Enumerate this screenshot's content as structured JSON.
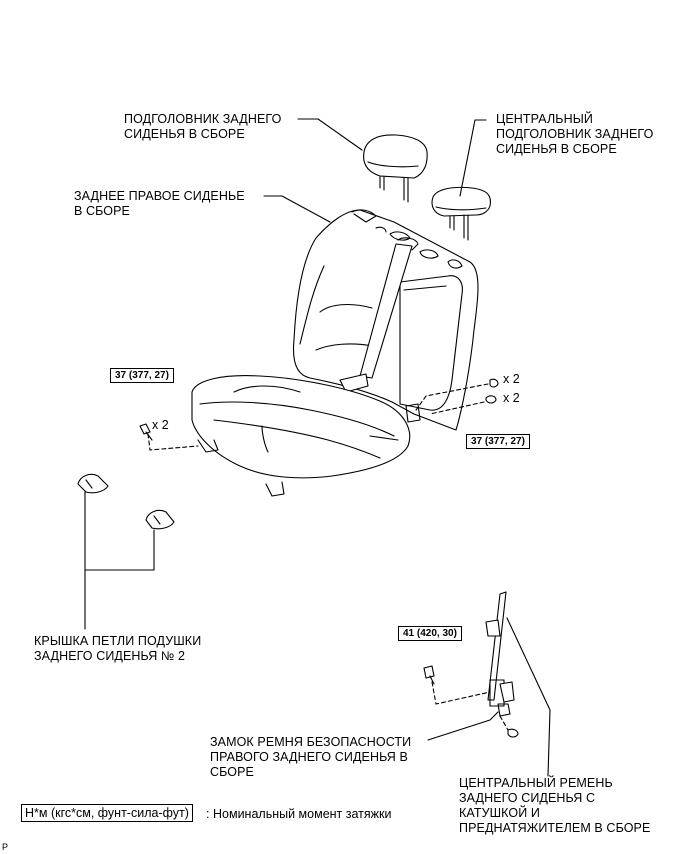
{
  "labels": {
    "rear_headrest": "ПОДГОЛОВНИК ЗАДНЕГО\nСИДЕНЬЯ В СБОРЕ",
    "center_headrest": "ЦЕНТРАЛЬНЫЙ\nПОДГОЛОВНИК ЗАДНЕГО\nСИДЕНЬЯ В СБОРЕ",
    "rear_right_seat": "ЗАДНЕЕ ПРАВОЕ СИДЕНЬЕ\nВ СБОРЕ",
    "cushion_hinge_cover": "КРЫШКА ПЕТЛИ ПОДУШКИ\nЗАДНЕГО СИДЕНЬЯ № 2",
    "buckle": "ЗАМОК РЕМНЯ БЕЗОПАСНОСТИ\nПРАВОГО ЗАДНЕГО СИДЕНЬЯ В\nСБОРЕ",
    "center_belt": "ЦЕНТРАЛЬНЫЙ РЕМЕНЬ\nЗАДНЕГО СИДЕНЬЯ С\nКАТУШКОЙ И\nПРЕДНАТЯЖИТЕЛЕМ В СБОРЕ"
  },
  "torque": {
    "left": "37 (377, 27)",
    "right": "37 (377, 27)",
    "buckle": "41 (420, 30)"
  },
  "qty": {
    "left": "x 2",
    "right_top": "x 2",
    "right_bottom": "x 2"
  },
  "legend": {
    "unit": "Н*м (кгс*см, фунт-сила-фут)",
    "separator": ":",
    "meaning": "Номинальный момент затяжки"
  },
  "page_code": "P"
}
